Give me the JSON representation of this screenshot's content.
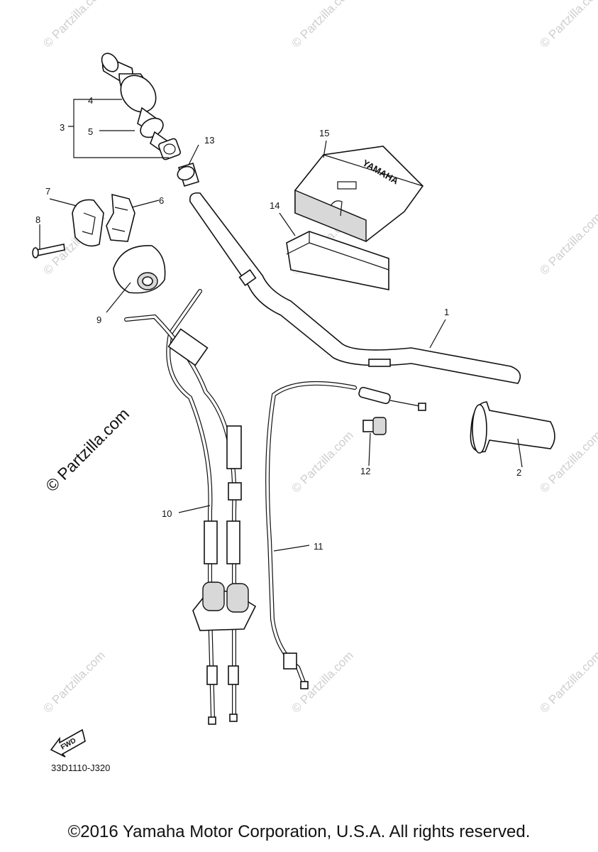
{
  "watermark": "© Partzilla.com",
  "diagram_code": "33D1110-J320",
  "fwd_label": "FWD",
  "brand_mark": "YAMAHA",
  "copyright": "©2016 Yamaha Motor Corporation, U.S.A. All rights reserved.",
  "callouts": {
    "c1": "1",
    "c2": "2",
    "c3": "3",
    "c4": "4",
    "c5": "5",
    "c6": "6",
    "c7": "7",
    "c8": "8",
    "c9": "9",
    "c10": "10",
    "c11": "11",
    "c12": "12",
    "c13": "13",
    "c14": "14",
    "c15": "15"
  }
}
